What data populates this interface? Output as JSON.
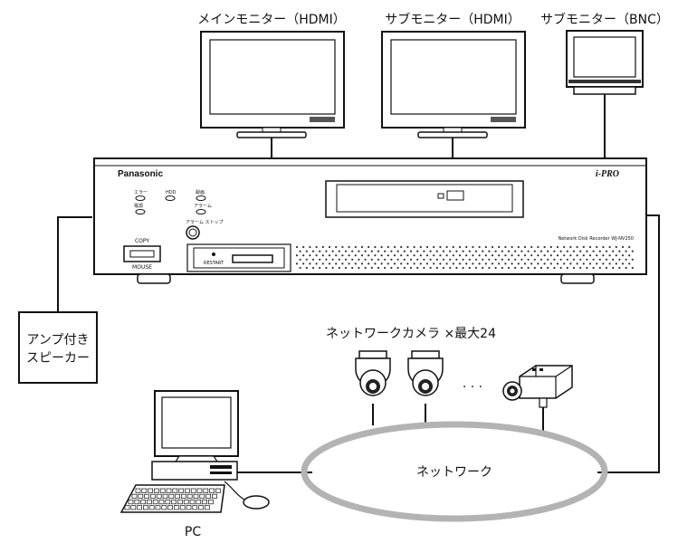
{
  "labels": {
    "main_monitor": "メインモニター（HDMI）",
    "sub_monitor_hdmi": "サブモニター（HDMI）",
    "sub_monitor_bnc": "サブモニター（BNC）",
    "speaker_line1": "アンプ付き",
    "speaker_line2": "スピーカー",
    "cameras": "ネットワークカメラ ×最大24",
    "network": "ネットワーク",
    "pc": "PC",
    "ellipsis": "· · ·"
  },
  "recorder": {
    "brand": "Panasonic",
    "logo": "i-PRO",
    "model": "Network Disk Recorder WJ-NV250",
    "copy": "COPY",
    "mouse": "MOUSE",
    "restart": "RESTART",
    "led_error": "エラー",
    "led_hdd": "HDD",
    "led_rec": "録画",
    "led_power": "電源",
    "led_alarm": "アラーム",
    "alarm_stop": "アラーム ストップ"
  },
  "colors": {
    "line": "#111111",
    "network_ring": "#b3b3b3"
  }
}
